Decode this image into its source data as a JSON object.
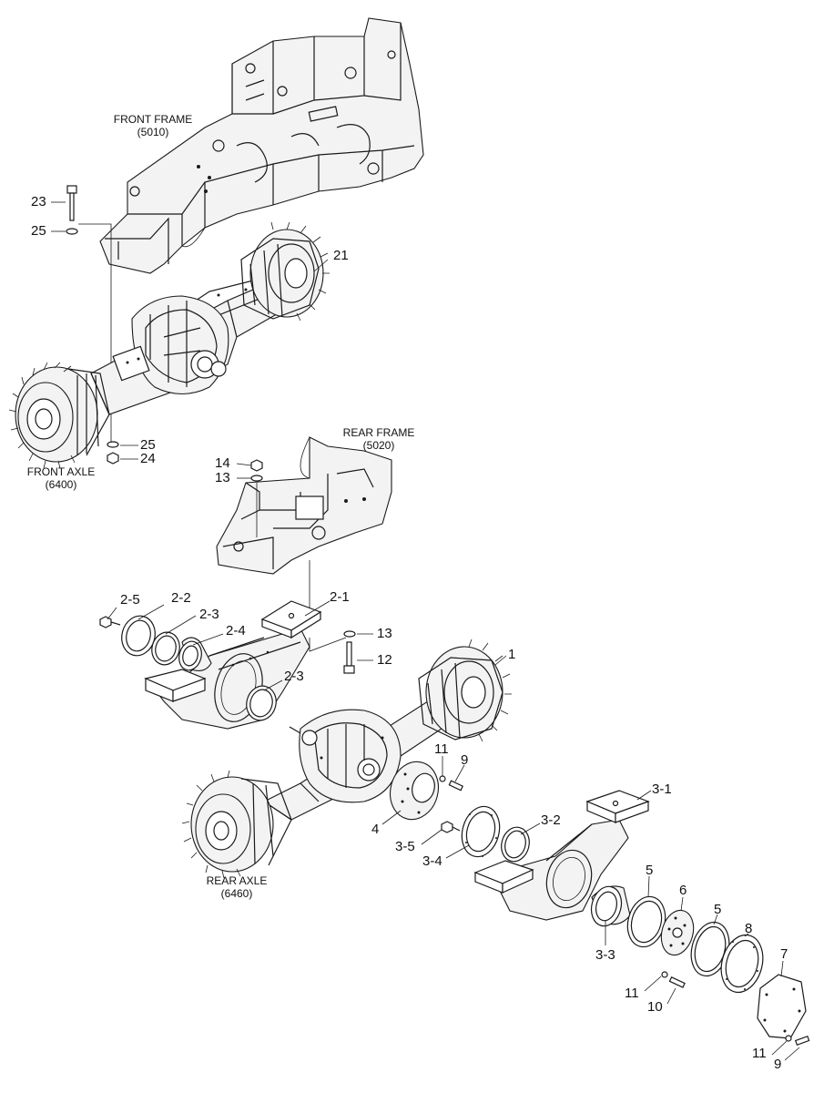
{
  "assemblies": {
    "front_frame": {
      "name": "FRONT FRAME",
      "code": "(5010)"
    },
    "rear_frame": {
      "name": "REAR FRAME",
      "code": "(5020)"
    },
    "front_axle": {
      "name": "FRONT AXLE",
      "code": "(6400)"
    },
    "rear_axle": {
      "name": "REAR AXLE",
      "code": "(6460)"
    }
  },
  "callouts": {
    "p23": "23",
    "p25a": "25",
    "p21": "21",
    "p25b": "25",
    "p24": "24",
    "p14": "14",
    "p13a": "13",
    "p2_5": "2-5",
    "p2_2": "2-2",
    "p2_3a": "2-3",
    "p2_4": "2-4",
    "p2_1": "2-1",
    "p13b": "13",
    "p12": "12",
    "p2_3b": "2-3",
    "p1": "1",
    "p11a": "11",
    "p9a": "9",
    "p4": "4",
    "p3_5": "3-5",
    "p3_4": "3-4",
    "p3_2": "3-2",
    "p3_1": "3-1",
    "p3_3": "3-3",
    "p5a": "5",
    "p6": "6",
    "p5b": "5",
    "p8": "8",
    "p7": "7",
    "p11b": "11",
    "p10": "10",
    "p11c": "11",
    "p9b": "9"
  }
}
